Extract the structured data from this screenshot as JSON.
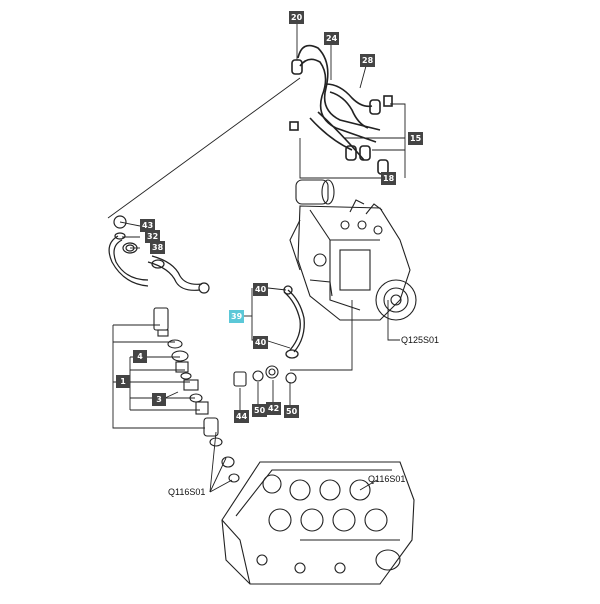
{
  "callouts": {
    "c20": "20",
    "c24": "24",
    "c28": "28",
    "c15": "15",
    "c18": "18",
    "c43": "43",
    "c32": "32",
    "c38": "38",
    "c39": "39",
    "c40a": "40",
    "c40b": "40",
    "c4": "4",
    "c1": "1",
    "c3": "3",
    "c44": "44",
    "c50a": "50",
    "c42": "42",
    "c50b": "50"
  },
  "references": {
    "pump": "Q125S01",
    "head_left": "Q116S01",
    "head_right": "Q116S01"
  },
  "colors": {
    "callout_bg": "#444444",
    "highlight_bg": "#5bc8d8",
    "line": "#222222"
  },
  "highlighted_callout": "39"
}
